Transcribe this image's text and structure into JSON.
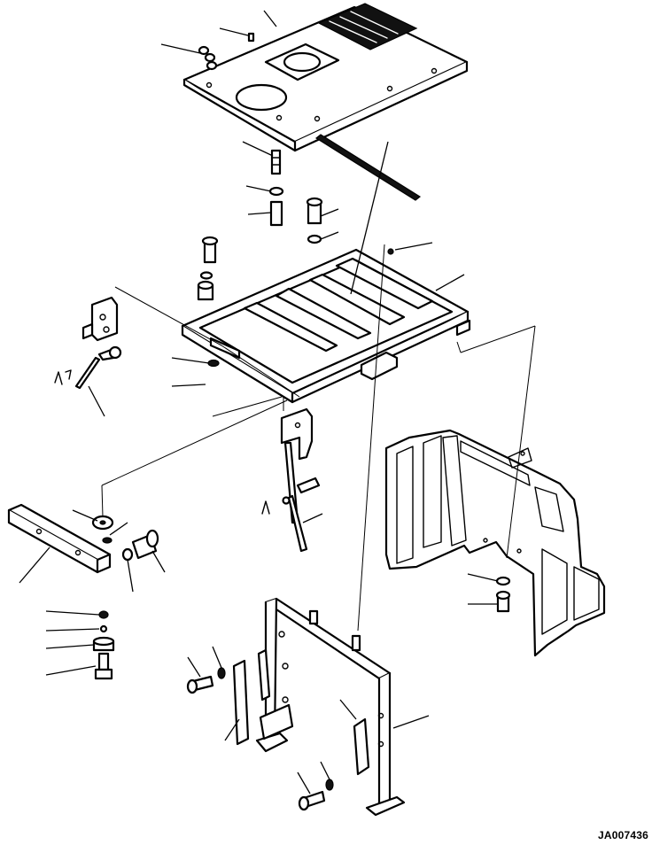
{
  "drawing": {
    "id_label": "JA007436"
  },
  "parts": [
    {
      "name": "floor-plate"
    },
    {
      "name": "seal-strip"
    },
    {
      "name": "floor-frame"
    },
    {
      "name": "mount-bracket"
    },
    {
      "name": "lever-rod"
    },
    {
      "name": "support-beam"
    },
    {
      "name": "cab-side-frame"
    },
    {
      "name": "front-stand-frame"
    },
    {
      "name": "hinge-plate"
    },
    {
      "name": "bolt"
    },
    {
      "name": "washer"
    },
    {
      "name": "nut"
    },
    {
      "name": "cushion-mount"
    }
  ]
}
